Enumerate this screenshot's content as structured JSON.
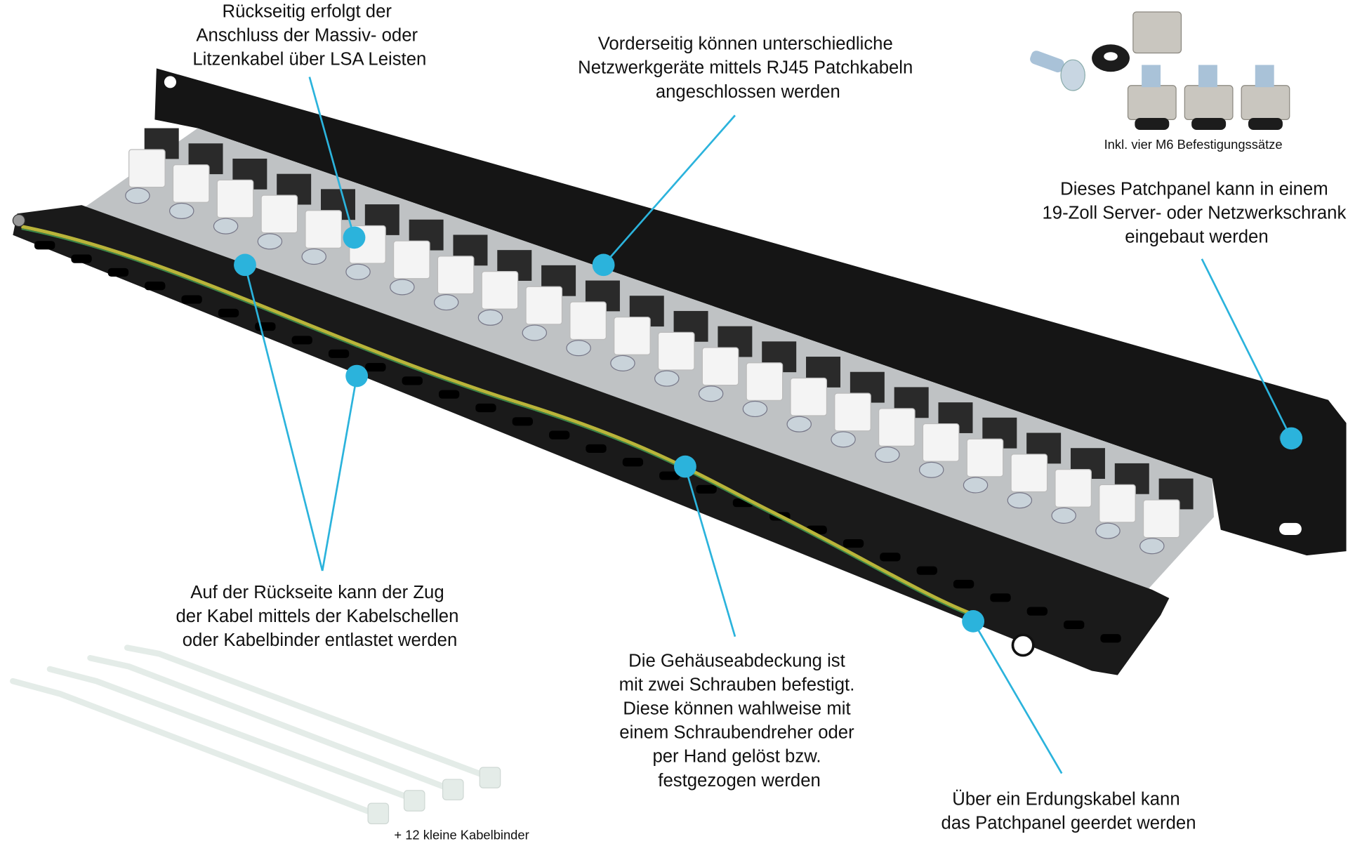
{
  "callouts": {
    "rear_lsa": [
      "Rückseitig erfolgt der",
      "Anschluss der Massiv- oder",
      "Litzenkabel über LSA Leisten"
    ],
    "front_rj45": [
      "Vorderseitig können unterschiedliche",
      "Netzwerkgeräte mittels RJ45 Patchkabeln",
      "angeschlossen werden"
    ],
    "rack_mount": [
      "Dieses Patchpanel kann in einem",
      "19-Zoll Server- oder Netzwerkschrank",
      "eingebaut werden"
    ],
    "strain_relief": [
      "Auf der Rückseite kann der Zug",
      "der Kabel mittels der Kabelschellen",
      "oder Kabelbinder entlastet werden"
    ],
    "cover": [
      "Die Gehäuseabdeckung ist",
      "mit zwei Schrauben befestigt.",
      "Diese können wahlweise mit",
      "einem Schraubendreher oder",
      "per Hand gelöst bzw.",
      "festgezogen werden"
    ],
    "grounding": [
      "Über ein Erdungskabel kann",
      "das Patchpanel geerdet werden"
    ]
  },
  "captions": {
    "hardware": "Inkl. vier M6 Befestigungssätze",
    "cable_ties": "+ 12 kleine Kabelbinder"
  },
  "colors": {
    "callout": "#2bb3dc",
    "panel": "#141414",
    "ground_wire": "#b9b43a"
  }
}
